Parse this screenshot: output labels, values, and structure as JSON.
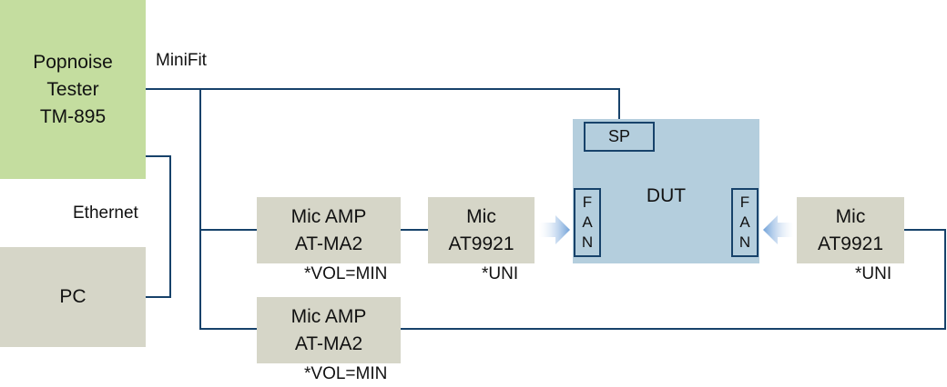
{
  "tester": {
    "line1": "Popnoise",
    "line2": "Tester",
    "line3": "TM-895"
  },
  "pc": {
    "label": "PC"
  },
  "dut": {
    "label": "DUT",
    "sp": "SP",
    "fan_left": [
      "F",
      "A",
      "N"
    ],
    "fan_right": [
      "F",
      "A",
      "N"
    ]
  },
  "mic_amp_top": {
    "line1": "Mic AMP",
    "line2": "AT-MA2",
    "note": "*VOL=MIN"
  },
  "mic_amp_bottom": {
    "line1": "Mic AMP",
    "line2": "AT-MA2",
    "note": "*VOL=MIN"
  },
  "mic_left": {
    "line1": "Mic",
    "line2": "AT9921",
    "note": "*UNI"
  },
  "mic_right": {
    "line1": "Mic",
    "line2": "AT9921",
    "note": "*UNI"
  },
  "connections": {
    "minifit": "MiniFit",
    "ethernet": "Ethernet"
  },
  "colors": {
    "wire": "#17426a",
    "tester_fill": "#c4dd9f",
    "device_fill": "#d6d6c8",
    "dut_fill": "#b4cedd",
    "arrow": "#6fa0d8"
  }
}
